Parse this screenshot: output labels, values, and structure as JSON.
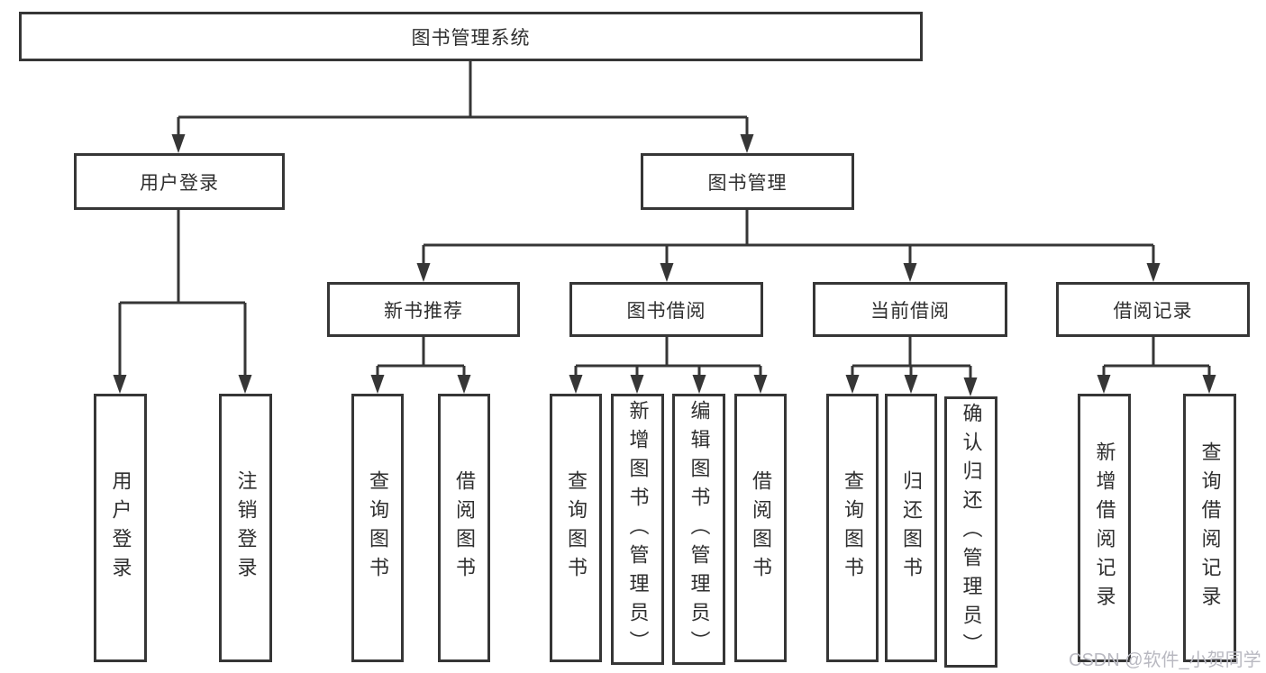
{
  "diagram_title": "图书管理系统",
  "tree": {
    "label": "图书管理系统",
    "children": [
      {
        "label": "用户登录",
        "children": [
          {
            "label": "用户登录"
          },
          {
            "label": "注销登录"
          }
        ]
      },
      {
        "label": "图书管理",
        "children": [
          {
            "label": "新书推荐",
            "children": [
              {
                "label": "查询图书"
              },
              {
                "label": "借阅图书"
              }
            ]
          },
          {
            "label": "图书借阅",
            "children": [
              {
                "label": "查询图书"
              },
              {
                "label": "新增图书（管理员）"
              },
              {
                "label": "编辑图书（管理员）"
              },
              {
                "label": "借阅图书"
              }
            ]
          },
          {
            "label": "当前借阅",
            "children": [
              {
                "label": "查询图书"
              },
              {
                "label": "归还图书"
              },
              {
                "label": "确认归还（管理员）"
              }
            ]
          },
          {
            "label": "借阅记录",
            "children": [
              {
                "label": "新增借阅记录"
              },
              {
                "label": "查询借阅记录"
              }
            ]
          }
        ]
      }
    ]
  },
  "watermark": {
    "text": "CSDN @软件_小贺同学"
  },
  "colors": {
    "line": "#363636",
    "text": "#2f2f2f",
    "box_fill": "#ffffff",
    "watermark": "#b9b9c1",
    "background": "#ffffff"
  }
}
